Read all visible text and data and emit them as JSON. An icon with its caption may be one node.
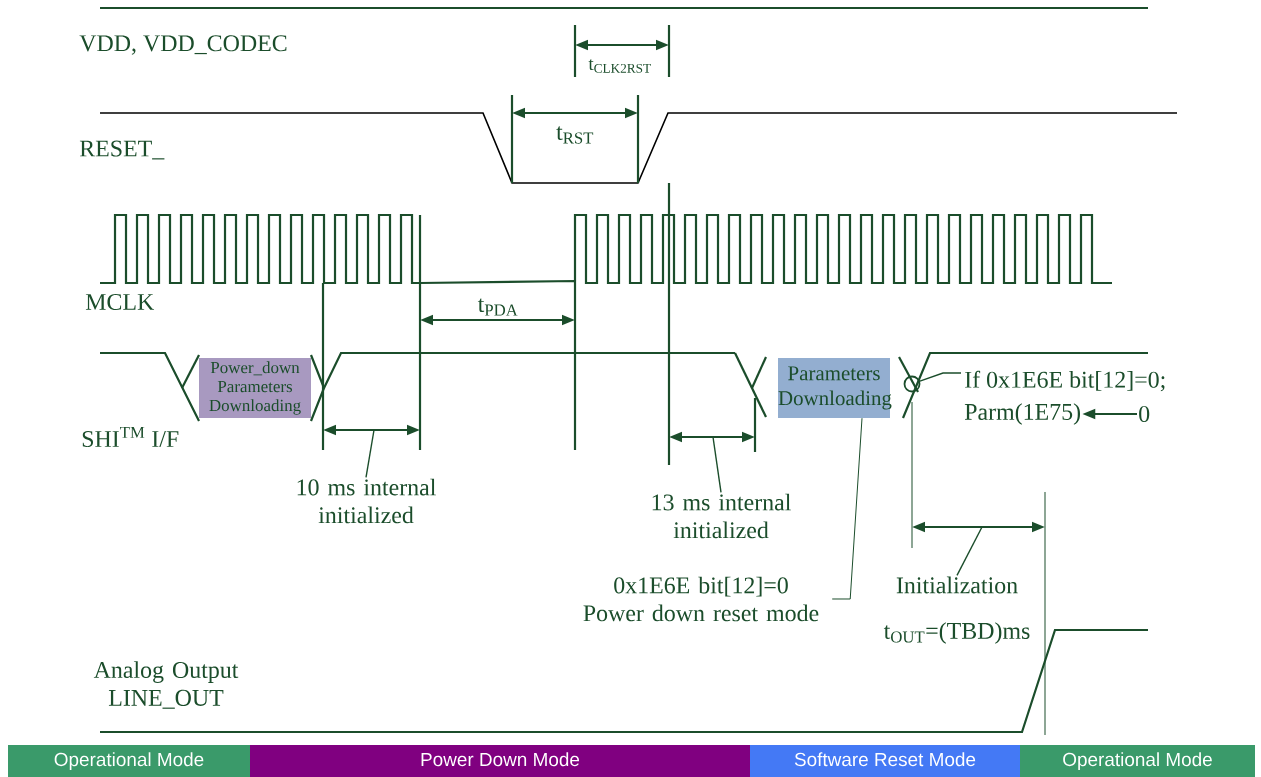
{
  "diagram": {
    "nodes": [
      {
        "text": [
          "Power_down Parameters Downloading"
        ]
      },
      {
        "text": [
          "Parameters Downloading"
        ]
      },
      {
        "text": [],
        "shape": "circle"
      },
      {
        "text": [
          "If 0x1E6E bit[12]=0;"
        ]
      },
      {
        "text": [
          "Parm(1E75)"
        ]
      },
      {
        "text": [
          "0"
        ]
      },
      {
        "text": [
          "10 ms internal initialized"
        ]
      },
      {
        "text": [
          "13 ms internal initialized"
        ]
      },
      {
        "text": [
          "0x1E6E bit[12]=0 Power down reset mode"
        ]
      },
      {
        "text": [
          "Initialization"
        ]
      },
      {
        "text": [
          "Operational Mode"
        ]
      },
      {
        "text": [
          "Power Down Mode"
        ]
      },
      {
        "text": [
          "Software Reset Mode"
        ]
      },
      {
        "text": [
          "Operational Mode"
        ]
      }
    ],
    "edges": [
      {
        "from": 3,
        "to": 2,
        "arrow": "none"
      },
      {
        "from": 5,
        "to": 4,
        "arrow": "to"
      },
      {
        "from": 6,
        "to": null,
        "arrow": "none"
      },
      {
        "from": 7,
        "to": null,
        "arrow": "none"
      },
      {
        "from": 8,
        "to": 1,
        "arrow": "none"
      },
      {
        "from": 9,
        "to": null,
        "arrow": "none"
      }
    ],
    "labels": [
      "VDD, VDD_CODEC",
      "t$_{CLK2RST}$",
      "RESET_",
      "t$_{RST}$",
      "MCLK",
      "t$_{PDA}$",
      "SHI$^{TM}$ I/F",
      "t$_{OUT}$=(TBD)ms",
      "Analog Output LINE_OUT"
    ]
  }
}
